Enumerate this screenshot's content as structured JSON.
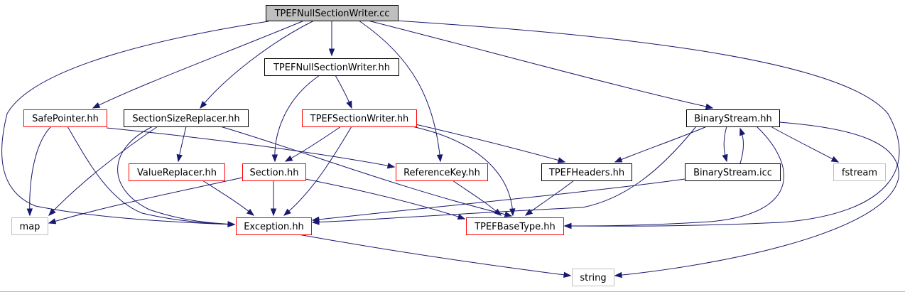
{
  "graph": {
    "colors": {
      "edge": "#191970",
      "root_fill": "#bfbfbf",
      "documented_border": "#000000",
      "undocumented_border": "#ff0000",
      "external_border": "#bfbfbf",
      "node_fill": "#ffffff"
    },
    "nodes": [
      {
        "id": "tpef_null_section_writer_cc",
        "label": "TPEFNullSectionWriter.cc",
        "kind": "root"
      },
      {
        "id": "tpef_null_section_writer_hh",
        "label": "TPEFNullSectionWriter.hh",
        "kind": "documented"
      },
      {
        "id": "safe_pointer_hh",
        "label": "SafePointer.hh",
        "kind": "undocumented"
      },
      {
        "id": "section_size_replacer_hh",
        "label": "SectionSizeReplacer.hh",
        "kind": "documented"
      },
      {
        "id": "tpef_section_writer_hh",
        "label": "TPEFSectionWriter.hh",
        "kind": "undocumented"
      },
      {
        "id": "binary_stream_hh",
        "label": "BinaryStream.hh",
        "kind": "documented"
      },
      {
        "id": "value_replacer_hh",
        "label": "ValueReplacer.hh",
        "kind": "undocumented"
      },
      {
        "id": "section_hh",
        "label": "Section.hh",
        "kind": "undocumented"
      },
      {
        "id": "reference_key_hh",
        "label": "ReferenceKey.hh",
        "kind": "undocumented"
      },
      {
        "id": "tpef_headers_hh",
        "label": "TPEFHeaders.hh",
        "kind": "documented"
      },
      {
        "id": "binary_stream_icc",
        "label": "BinaryStream.icc",
        "kind": "documented"
      },
      {
        "id": "fstream",
        "label": "fstream",
        "kind": "external"
      },
      {
        "id": "map",
        "label": "map",
        "kind": "external"
      },
      {
        "id": "exception_hh",
        "label": "Exception.hh",
        "kind": "undocumented"
      },
      {
        "id": "tpef_base_type_hh",
        "label": "TPEFBaseType.hh",
        "kind": "undocumented"
      },
      {
        "id": "string",
        "label": "string",
        "kind": "external"
      }
    ],
    "edges": [
      {
        "from": "tpef_null_section_writer_cc",
        "to": "tpef_null_section_writer_hh"
      },
      {
        "from": "tpef_null_section_writer_cc",
        "to": "safe_pointer_hh"
      },
      {
        "from": "tpef_null_section_writer_cc",
        "to": "section_size_replacer_hh"
      },
      {
        "from": "tpef_null_section_writer_cc",
        "to": "reference_key_hh"
      },
      {
        "from": "tpef_null_section_writer_cc",
        "to": "binary_stream_hh"
      },
      {
        "from": "tpef_null_section_writer_cc",
        "to": "exception_hh"
      },
      {
        "from": "tpef_null_section_writer_cc",
        "to": "tpef_base_type_hh"
      },
      {
        "from": "tpef_null_section_writer_hh",
        "to": "tpef_section_writer_hh"
      },
      {
        "from": "tpef_null_section_writer_hh",
        "to": "section_hh"
      },
      {
        "from": "safe_pointer_hh",
        "to": "map"
      },
      {
        "from": "safe_pointer_hh",
        "to": "exception_hh"
      },
      {
        "from": "safe_pointer_hh",
        "to": "reference_key_hh"
      },
      {
        "from": "section_size_replacer_hh",
        "to": "value_replacer_hh"
      },
      {
        "from": "section_size_replacer_hh",
        "to": "map"
      },
      {
        "from": "section_size_replacer_hh",
        "to": "exception_hh"
      },
      {
        "from": "section_size_replacer_hh",
        "to": "tpef_base_type_hh"
      },
      {
        "from": "tpef_section_writer_hh",
        "to": "section_hh"
      },
      {
        "from": "tpef_section_writer_hh",
        "to": "exception_hh"
      },
      {
        "from": "tpef_section_writer_hh",
        "to": "tpef_headers_hh"
      },
      {
        "from": "tpef_section_writer_hh",
        "to": "tpef_base_type_hh"
      },
      {
        "from": "value_replacer_hh",
        "to": "exception_hh"
      },
      {
        "from": "section_hh",
        "to": "map"
      },
      {
        "from": "section_hh",
        "to": "exception_hh"
      },
      {
        "from": "section_hh",
        "to": "tpef_base_type_hh"
      },
      {
        "from": "reference_key_hh",
        "to": "tpef_base_type_hh"
      },
      {
        "from": "tpef_headers_hh",
        "to": "tpef_base_type_hh"
      },
      {
        "from": "binary_stream_hh",
        "to": "tpef_headers_hh"
      },
      {
        "from": "binary_stream_hh",
        "to": "binary_stream_icc"
      },
      {
        "from": "binary_stream_hh",
        "to": "fstream"
      },
      {
        "from": "binary_stream_hh",
        "to": "exception_hh"
      },
      {
        "from": "binary_stream_hh",
        "to": "tpef_base_type_hh"
      },
      {
        "from": "binary_stream_hh",
        "to": "string"
      },
      {
        "from": "binary_stream_icc",
        "to": "binary_stream_hh"
      },
      {
        "from": "binary_stream_icc",
        "to": "exception_hh"
      },
      {
        "from": "exception_hh",
        "to": "string"
      }
    ]
  }
}
